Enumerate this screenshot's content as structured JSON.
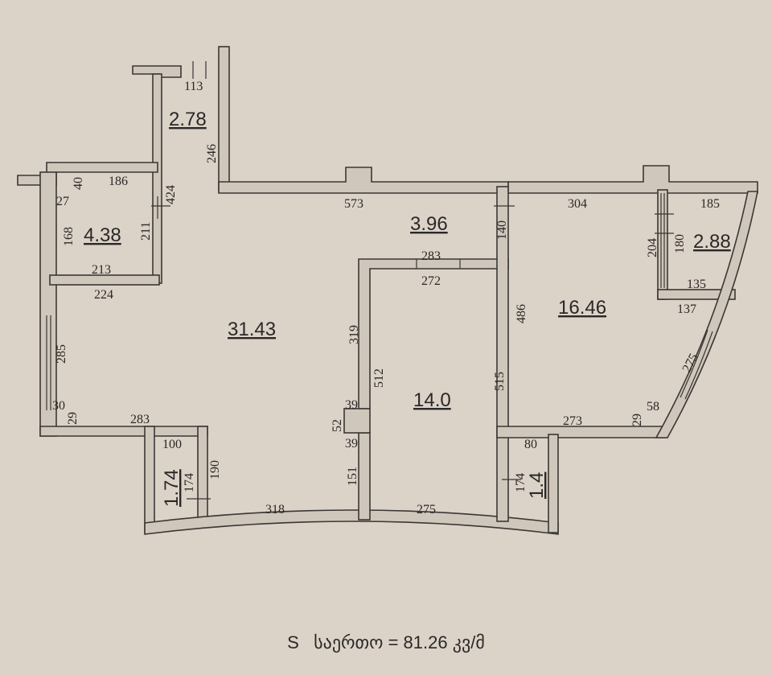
{
  "rooms": {
    "main_hall": "31.43",
    "bedroom": "16.46",
    "room_center": "14.0",
    "room_left": "4.38",
    "hall": "3.96",
    "entry": "2.78",
    "balcony": "2.88",
    "bath_left": "1.74",
    "bath_right": "1.4"
  },
  "dims": {
    "d113": "113",
    "d246": "246",
    "d186": "186",
    "d40": "40",
    "d27": "27",
    "d424": "424",
    "d168": "168",
    "d211": "211",
    "d213": "213",
    "d224": "224",
    "d573": "573",
    "d304": "304",
    "d185": "185",
    "d140": "140",
    "d283a": "283",
    "d272": "272",
    "d204": "204",
    "d180": "180",
    "d135": "135",
    "d137": "137",
    "d486": "486",
    "d319": "319",
    "d512": "512",
    "d515": "515",
    "d285": "285",
    "d30": "30",
    "d29a": "29",
    "d283b": "283",
    "d39a": "39",
    "d52": "52",
    "d39b": "39",
    "d275a": "275",
    "d273": "273",
    "d29b": "29",
    "d58": "58",
    "d100": "100",
    "d190": "190",
    "d174a": "174",
    "d151": "151",
    "d318": "318",
    "d275b": "275",
    "d80": "80",
    "d174b": "174"
  },
  "footer": {
    "symbol": "S",
    "label": "საერთო",
    "eq": "=",
    "value": "81.26",
    "unit": "კვ/მ"
  }
}
